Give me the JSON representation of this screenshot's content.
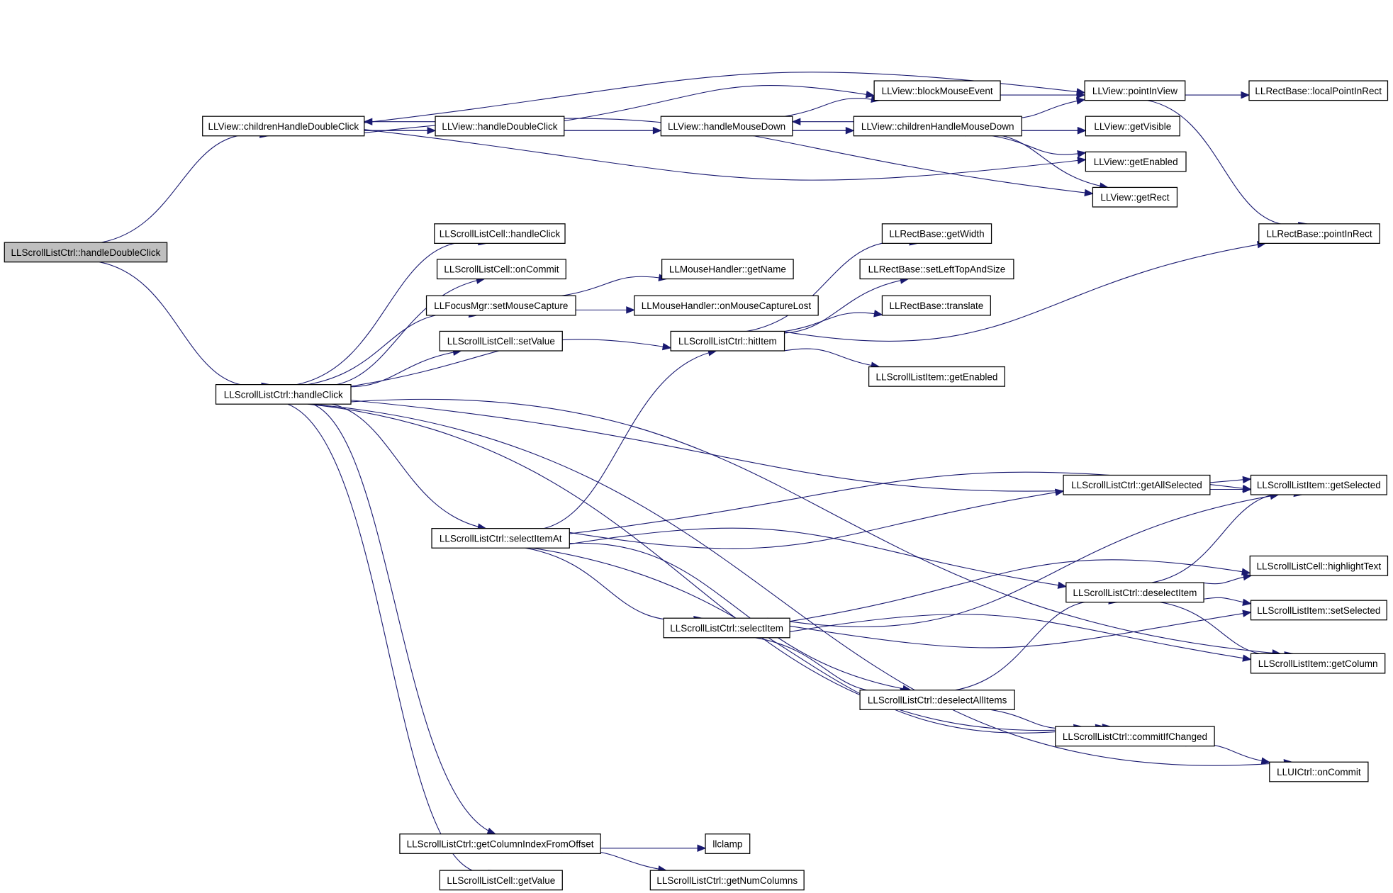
{
  "graph": {
    "root": "LLScrollListCtrl::handleDoubleClick",
    "nodes": [
      {
        "id": "root",
        "label": "LLScrollListCtrl::handleDoubleClick"
      },
      {
        "id": "v_chdc",
        "label": "LLView::childrenHandleDoubleClick"
      },
      {
        "id": "v_hdc",
        "label": "LLView::handleDoubleClick"
      },
      {
        "id": "v_hmd",
        "label": "LLView::handleMouseDown"
      },
      {
        "id": "v_bme",
        "label": "LLView::blockMouseEvent"
      },
      {
        "id": "v_chmd",
        "label": "LLView::childrenHandleMouseDown"
      },
      {
        "id": "v_piv",
        "label": "LLView::pointInView"
      },
      {
        "id": "rb_lpir",
        "label": "LLRectBase::localPointInRect"
      },
      {
        "id": "v_gv",
        "label": "LLView::getVisible"
      },
      {
        "id": "v_ge",
        "label": "LLView::getEnabled"
      },
      {
        "id": "v_gr",
        "label": "LLView::getRect"
      },
      {
        "id": "rb_pir",
        "label": "LLRectBase::pointInRect"
      },
      {
        "id": "slc_hc",
        "label": "LLScrollListCell::handleClick"
      },
      {
        "id": "slc_oc",
        "label": "LLScrollListCell::onCommit"
      },
      {
        "id": "fm_smc",
        "label": "LLFocusMgr::setMouseCapture"
      },
      {
        "id": "mh_gn",
        "label": "LLMouseHandler::getName"
      },
      {
        "id": "mh_omcl",
        "label": "LLMouseHandler::onMouseCaptureLost"
      },
      {
        "id": "slc_sv",
        "label": "LLScrollListCell::setValue"
      },
      {
        "id": "sl_hit",
        "label": "LLScrollListCtrl::hitItem"
      },
      {
        "id": "rb_gw",
        "label": "LLRectBase::getWidth"
      },
      {
        "id": "rb_sltas",
        "label": "LLRectBase::setLeftTopAndSize"
      },
      {
        "id": "rb_tr",
        "label": "LLRectBase::translate"
      },
      {
        "id": "sli_ge",
        "label": "LLScrollListItem::getEnabled"
      },
      {
        "id": "sl_hc",
        "label": "LLScrollListCtrl::handleClick"
      },
      {
        "id": "sl_gas",
        "label": "LLScrollListCtrl::getAllSelected"
      },
      {
        "id": "sli_gs",
        "label": "LLScrollListItem::getSelected"
      },
      {
        "id": "sl_sia",
        "label": "LLScrollListCtrl::selectItemAt"
      },
      {
        "id": "slc_ht",
        "label": "LLScrollListCell::highlightText"
      },
      {
        "id": "sl_di",
        "label": "LLScrollListCtrl::deselectItem"
      },
      {
        "id": "sli_ss",
        "label": "LLScrollListItem::setSelected"
      },
      {
        "id": "sl_si",
        "label": "LLScrollListCtrl::selectItem"
      },
      {
        "id": "sli_gc",
        "label": "LLScrollListItem::getColumn"
      },
      {
        "id": "sl_dai",
        "label": "LLScrollListCtrl::deselectAllItems"
      },
      {
        "id": "sl_cic",
        "label": "LLScrollListCtrl::commitIfChanged"
      },
      {
        "id": "ui_oc",
        "label": "LLUICtrl::onCommit"
      },
      {
        "id": "sl_gcifo",
        "label": "LLScrollListCtrl::getColumnIndexFromOffset"
      },
      {
        "id": "llclamp",
        "label": "llclamp"
      },
      {
        "id": "slc_gv",
        "label": "LLScrollListCell::getValue"
      },
      {
        "id": "sl_gnc",
        "label": "LLScrollListCtrl::getNumColumns"
      }
    ],
    "edges": [
      [
        "root",
        "v_chdc"
      ],
      [
        "root",
        "sl_hc"
      ],
      [
        "v_chdc",
        "v_piv"
      ],
      [
        "v_chdc",
        "v_gv"
      ],
      [
        "v_chdc",
        "v_hdc"
      ],
      [
        "v_chdc",
        "v_ge"
      ],
      [
        "v_chdc",
        "v_gr"
      ],
      [
        "v_hdc",
        "v_chdc"
      ],
      [
        "v_hdc",
        "v_bme"
      ],
      [
        "v_hdc",
        "v_hmd"
      ],
      [
        "v_hmd",
        "v_bme"
      ],
      [
        "v_hmd",
        "v_chmd"
      ],
      [
        "v_chmd",
        "v_hmd"
      ],
      [
        "v_chmd",
        "v_piv"
      ],
      [
        "v_chmd",
        "v_gv"
      ],
      [
        "v_chmd",
        "v_ge"
      ],
      [
        "v_chmd",
        "v_gr"
      ],
      [
        "v_bme",
        "v_piv"
      ],
      [
        "v_piv",
        "rb_lpir"
      ],
      [
        "v_piv",
        "rb_pir"
      ],
      [
        "sl_hc",
        "slc_hc"
      ],
      [
        "sl_hc",
        "slc_oc"
      ],
      [
        "sl_hc",
        "fm_smc"
      ],
      [
        "sl_hc",
        "slc_sv"
      ],
      [
        "sl_hc",
        "sl_hit"
      ],
      [
        "sl_hc",
        "sli_gs"
      ],
      [
        "sl_hc",
        "sl_sia"
      ],
      [
        "sl_hc",
        "sl_cic"
      ],
      [
        "sl_hc",
        "sli_gc"
      ],
      [
        "sl_hc",
        "ui_oc"
      ],
      [
        "sl_hc",
        "sl_gcifo"
      ],
      [
        "sl_hc",
        "slc_gv"
      ],
      [
        "fm_smc",
        "mh_gn"
      ],
      [
        "fm_smc",
        "mh_omcl"
      ],
      [
        "sl_hit",
        "rb_gw"
      ],
      [
        "sl_hit",
        "rb_sltas"
      ],
      [
        "sl_hit",
        "rb_tr"
      ],
      [
        "sl_hit",
        "rb_pir"
      ],
      [
        "sl_hit",
        "sli_ge"
      ],
      [
        "sl_sia",
        "sl_hit"
      ],
      [
        "sl_sia",
        "sli_gs"
      ],
      [
        "sl_sia",
        "sl_gas"
      ],
      [
        "sl_sia",
        "sl_di"
      ],
      [
        "sl_sia",
        "sl_si"
      ],
      [
        "sl_sia",
        "sl_dai"
      ],
      [
        "sl_sia",
        "sl_cic"
      ],
      [
        "sl_gas",
        "sli_gs"
      ],
      [
        "sl_si",
        "sli_gs"
      ],
      [
        "sl_si",
        "slc_ht"
      ],
      [
        "sl_si",
        "sli_ss"
      ],
      [
        "sl_si",
        "sli_gc"
      ],
      [
        "sl_si",
        "sl_dai"
      ],
      [
        "sl_dai",
        "sl_di"
      ],
      [
        "sl_dai",
        "sl_cic"
      ],
      [
        "sl_di",
        "sli_gs"
      ],
      [
        "sl_di",
        "slc_ht"
      ],
      [
        "sl_di",
        "sli_ss"
      ],
      [
        "sl_di",
        "sli_gc"
      ],
      [
        "sl_cic",
        "ui_oc"
      ],
      [
        "sl_gcifo",
        "llclamp"
      ],
      [
        "sl_gcifo",
        "sl_gnc"
      ]
    ]
  }
}
